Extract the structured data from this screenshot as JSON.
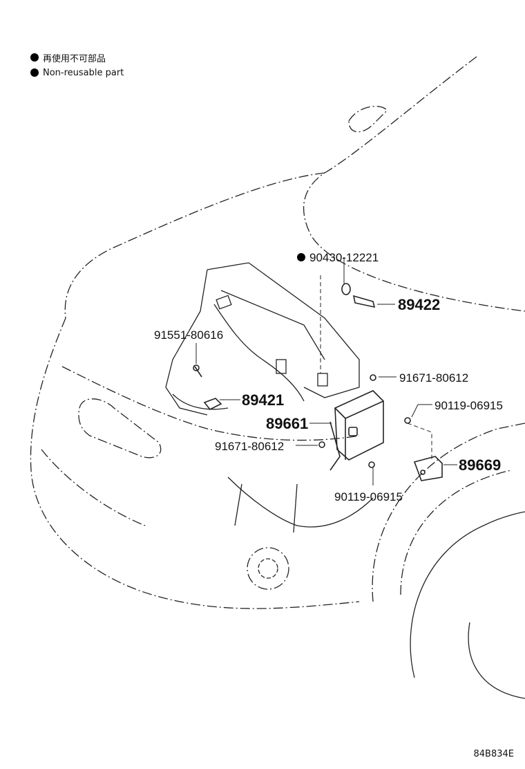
{
  "legend": {
    "japanese": "再使用不可部品",
    "english": "Non-reusable part"
  },
  "parts": [
    {
      "id": "90430-12221",
      "non_reusable": true
    },
    {
      "id": "89422"
    },
    {
      "id": "91551-80616"
    },
    {
      "id": "89421"
    },
    {
      "id": "91671-80612"
    },
    {
      "id": "90119-06915"
    },
    {
      "id": "89661"
    },
    {
      "id": "91671-80612"
    },
    {
      "id": "89669"
    },
    {
      "id": "90119-06915"
    }
  ],
  "reference": "84B834E"
}
